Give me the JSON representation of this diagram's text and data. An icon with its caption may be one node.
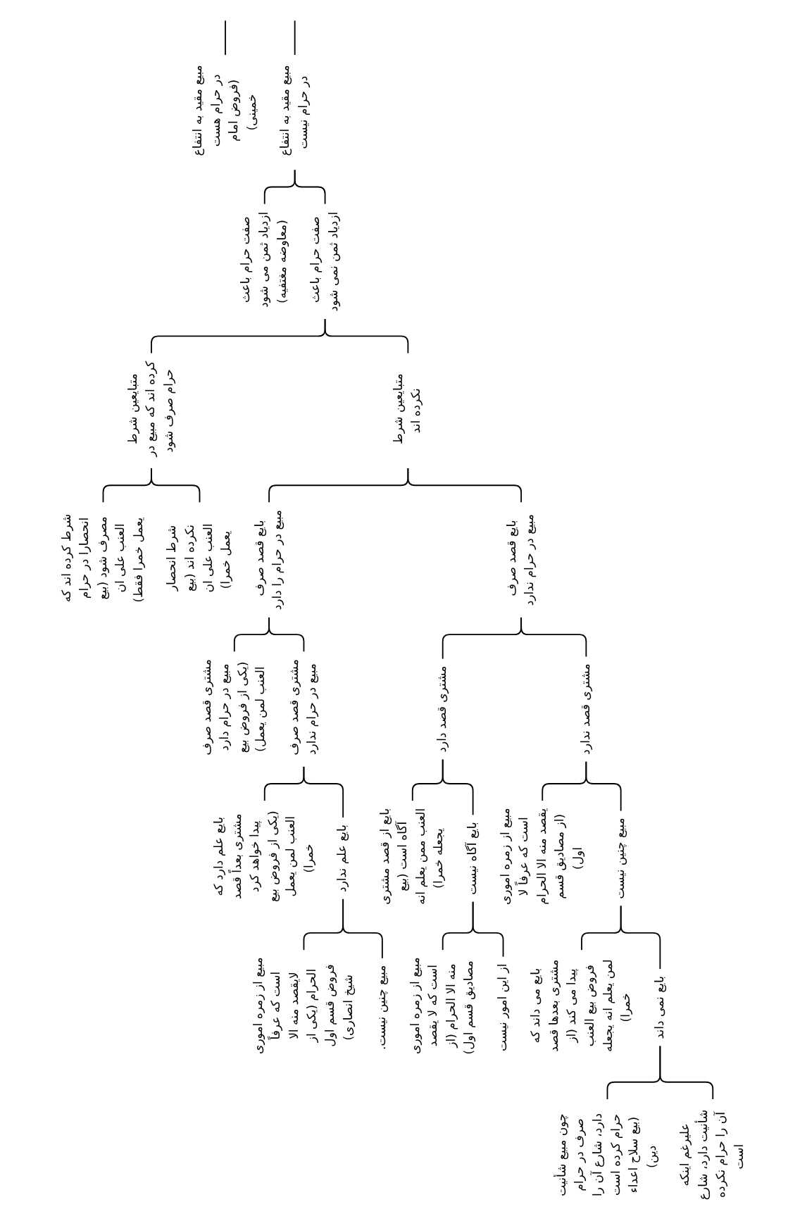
{
  "diagram": {
    "nodes": [
      {
        "text": [
          "مبیع مقید به انتفاع در حرام هست (فروض امام خمینی)"
        ]
      },
      {
        "text": [
          "مبیع مقید به انتفاع در حرام نیست"
        ]
      },
      {
        "text": [
          "صفت حرام باعث ازدیاد ثمن می شود (معاوضه مغتفیه)"
        ]
      },
      {
        "text": [
          "صفت حرام باعث ازدیاد ثمن نمی شود"
        ]
      },
      {
        "text": [
          "متبایعین شرط کرده اند که مبیع در حرام صرف شود"
        ]
      },
      {
        "text": [
          "شرط کرده اند که انحصارا در حرام مصرف شود (بیع العنب علی ان یعمل خمرا فقط)"
        ]
      },
      {
        "text": [
          "شرط انحصار نکرده اند (بیع العنب علی ان یعمل خمرا)"
        ]
      },
      {
        "text": [
          "متبایعین شرط نکرده اند"
        ]
      },
      {
        "text": [
          "بایع قصد صرف مبیع در حرام را دارد"
        ]
      },
      {
        "text": [
          "مشتری قصد صرف مبیع در حرام دارد (یکی از فروض بیع العنب لمن یعمل)"
        ]
      },
      {
        "text": [
          "مشتری قصد صرف مبیع در حرام ندارد"
        ]
      },
      {
        "text": [
          "بایع علم دارد که مشتری بعداً قصد پیدا خواهد کرد (یکی از فروض بیع العنب لمن یعمل خمرا)"
        ]
      },
      {
        "text": [
          "بایع علم ندارد"
        ]
      },
      {
        "text": [
          "مبیع از زمره اموری است که عرفاً لایقصد منه الا الحرام (یکی از فروض قسم اول شیخ انصاری)"
        ]
      },
      {
        "text": [
          "مبیع چنین نیست."
        ]
      },
      {
        "text": [
          "بایع قصد صرف مبیع در حرام ندارد"
        ]
      },
      {
        "text": [
          "مشتری قصد دارد"
        ]
      },
      {
        "text": [
          "بایع از قصد مشتری آگاه است (بیع العنب ممن یعلم انه یجعله خمرا)"
        ]
      },
      {
        "text": [
          "بایع آگاه نیست"
        ]
      },
      {
        "text": [
          "مبیع از زمره اموری است که لا یقصد منه الا الحرام (از مصادیق قسم اول)"
        ]
      },
      {
        "text": [
          "از این امور نیست"
        ]
      },
      {
        "text": [
          "مشتری قصد ندارد"
        ]
      },
      {
        "text": [
          "مبیع از زمره اموری است که عرفاً لا یقصد منه الا الحرام (از مصادیق قسم اول)"
        ]
      },
      {
        "text": [
          "مبیع چنین نیست"
        ]
      },
      {
        "text": [
          "بایع می داند که مشتری بعدها قصد پیدا می کند (از فروض بیع العنب لمن یعلم انه یجعله خمرا)"
        ]
      },
      {
        "text": [
          "بایع نمی داند"
        ]
      },
      {
        "text": [
          "چون مبیع شأنیت صرف در حرام دارد، شارع آن را حرام کرده است (بیع سلاح اعداء دین)"
        ]
      },
      {
        "text": [
          "علیرغم اینکه شأنیت دارد، شارع آن را حرام نکرده است"
        ]
      }
    ],
    "edges": [
      {
        "from": null,
        "to": 0,
        "arrow": "none"
      },
      {
        "from": null,
        "to": 1,
        "arrow": "none"
      },
      {
        "from": 1,
        "to": 2,
        "arrow": "none"
      },
      {
        "from": 1,
        "to": 3,
        "arrow": "none"
      },
      {
        "from": 3,
        "to": 4,
        "arrow": "none"
      },
      {
        "from": 3,
        "to": 7,
        "arrow": "none"
      },
      {
        "from": 4,
        "to": 5,
        "arrow": "none"
      },
      {
        "from": 4,
        "to": 6,
        "arrow": "none"
      },
      {
        "from": 7,
        "to": 8,
        "arrow": "none"
      },
      {
        "from": 7,
        "to": 15,
        "arrow": "none"
      },
      {
        "from": 8,
        "to": 9,
        "arrow": "none"
      },
      {
        "from": 8,
        "to": 10,
        "arrow": "none"
      },
      {
        "from": 10,
        "to": 11,
        "arrow": "none"
      },
      {
        "from": 10,
        "to": 12,
        "arrow": "none"
      },
      {
        "from": 12,
        "to": 13,
        "arrow": "none"
      },
      {
        "from": 12,
        "to": 14,
        "arrow": "none"
      },
      {
        "from": 15,
        "to": 16,
        "arrow": "none"
      },
      {
        "from": 15,
        "to": 21,
        "arrow": "none"
      },
      {
        "from": 16,
        "to": 17,
        "arrow": "none"
      },
      {
        "from": 16,
        "to": 18,
        "arrow": "none"
      },
      {
        "from": 18,
        "to": 19,
        "arrow": "none"
      },
      {
        "from": 18,
        "to": 20,
        "arrow": "none"
      },
      {
        "from": 21,
        "to": 22,
        "arrow": "none"
      },
      {
        "from": 21,
        "to": 23,
        "arrow": "none"
      },
      {
        "from": 23,
        "to": 24,
        "arrow": "none"
      },
      {
        "from": 23,
        "to": 25,
        "arrow": "none"
      },
      {
        "from": 25,
        "to": 26,
        "arrow": "none"
      },
      {
        "from": 25,
        "to": 27,
        "arrow": "none"
      }
    ]
  }
}
